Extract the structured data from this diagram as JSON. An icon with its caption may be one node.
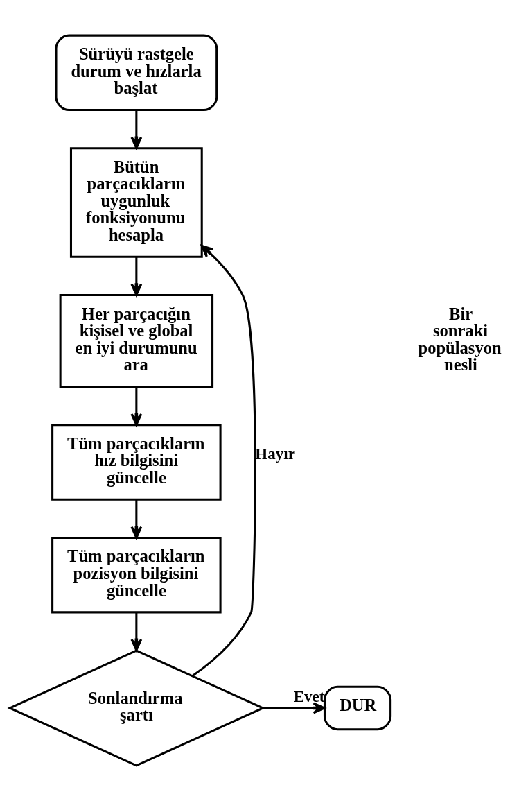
{
  "diagram": {
    "nodes": [
      {
        "text": [
          "Sürüyü rastgele durum ve hızlarla başlat"
        ]
      },
      {
        "text": [
          "Bütün parçacıkların uygunluk fonksiyonunu hesapla"
        ]
      },
      {
        "text": [
          "Her parçacığın kişisel ve global en iyi durumunu ara"
        ]
      },
      {
        "text": [
          "Tüm parçacıkların hız bilgisini güncelle"
        ]
      },
      {
        "text": [
          "Tüm parçacıkların pozisyon bilgisini güncelle"
        ]
      },
      {
        "text": [
          "Sonlandırma şartı"
        ]
      },
      {
        "text": [
          "DUR"
        ]
      }
    ],
    "edges": [
      {
        "from": 0,
        "to": 1,
        "arrow": "to"
      },
      {
        "from": 1,
        "to": 2,
        "arrow": "to"
      },
      {
        "from": 2,
        "to": 3,
        "arrow": "to"
      },
      {
        "from": 3,
        "to": 4,
        "arrow": "to"
      },
      {
        "from": 4,
        "to": 5,
        "arrow": "to"
      },
      {
        "from": 5,
        "to": 6,
        "label": "Evet",
        "arrow": "to"
      },
      {
        "from": 5,
        "to": 1,
        "label": "Hayır",
        "arrow": "to"
      }
    ],
    "labels": [
      "Bir sonraki popülasyon nesli"
    ]
  }
}
